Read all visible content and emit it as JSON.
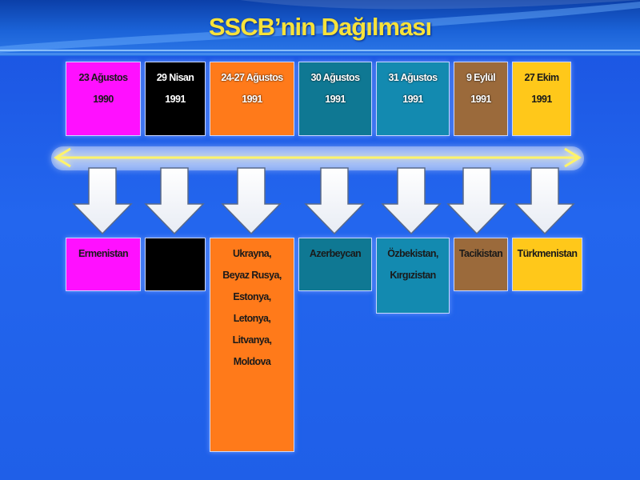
{
  "title": "SSCB’nin Dağılması",
  "dates": [
    {
      "line1": "23 Ağustos",
      "line2": "1990",
      "color": "#ff10ff"
    },
    {
      "line1": "29 Nisan",
      "line2": "1991",
      "color": "#000000"
    },
    {
      "line1": "24-27 Ağustos",
      "line2": "1991",
      "color": "#ff7a1a"
    },
    {
      "line1": "30 Ağustos",
      "line2": "1991",
      "color": "#0f7893"
    },
    {
      "line1": "31 Ağustos",
      "line2": "1991",
      "color": "#138ab0"
    },
    {
      "line1": "9 Eylül",
      "line2": "1991",
      "color": "#9b6a3b"
    },
    {
      "line1": "27 Ekim",
      "line2": "1991",
      "color": "#ffc81a"
    }
  ],
  "countries": [
    {
      "lines": [
        "Ermenistan"
      ],
      "color": "#ff10ff"
    },
    {
      "lines": [],
      "color": "#000000"
    },
    {
      "lines": [
        "Ukrayna,",
        "Beyaz Rusya,",
        "Estonya,",
        "Letonya,",
        "Litvanya,",
        "Moldova"
      ],
      "color": "#ff7a1a"
    },
    {
      "lines": [
        "Azerbeycan"
      ],
      "color": "#0f7893"
    },
    {
      "lines": [
        "Özbekistan,",
        "Kırgızistan"
      ],
      "color": "#138ab0"
    },
    {
      "lines": [
        "Tacikistan"
      ],
      "color": "#9b6a3b"
    },
    {
      "lines": [
        "Türkmenistan"
      ],
      "color": "#ffc81a"
    }
  ]
}
